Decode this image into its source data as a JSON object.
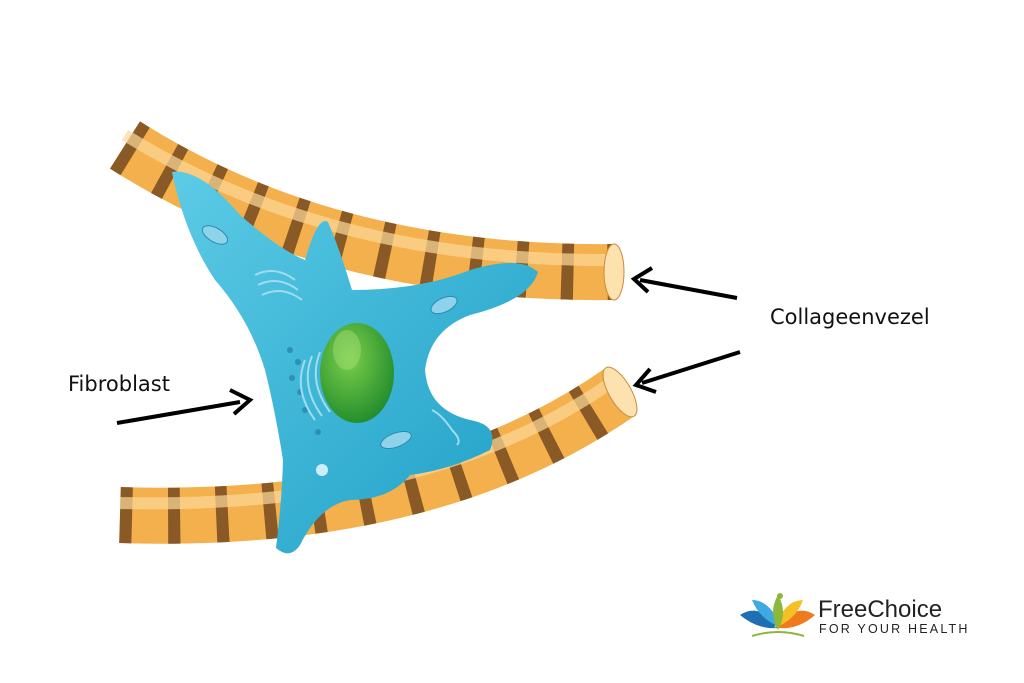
{
  "labels": {
    "fibroblast": "Fibroblast",
    "collagen_fiber": "Collageenvezel"
  },
  "logo": {
    "title": "FreeChoice",
    "subtitle": "FOR YOUR HEALTH"
  },
  "colors": {
    "fiber": "#f7b552",
    "fiber_stripe": "#8a5a26",
    "cell": "#35b3d4",
    "nucleus": "#2e9a3a",
    "arrow": "#000000"
  }
}
